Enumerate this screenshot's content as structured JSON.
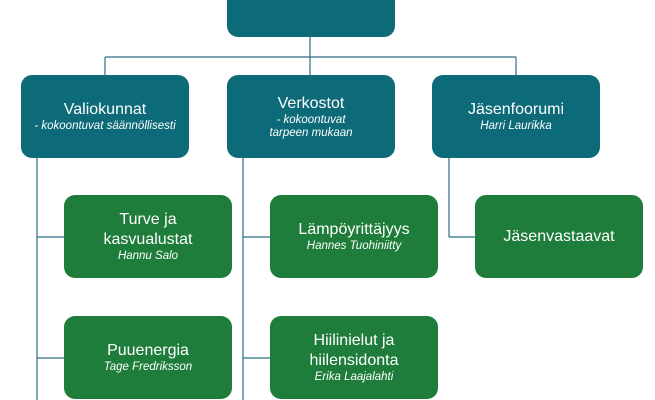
{
  "top_box": {
    "label": ""
  },
  "columns": [
    {
      "header": {
        "title": "Valiokunnat",
        "subtitle": "- kokoontuvat säännöllisesti"
      },
      "children": [
        {
          "title": "Turve ja kasvualustat",
          "person": "Hannu Salo"
        },
        {
          "title": "Puuenergia",
          "person": "Tage Fredriksson"
        }
      ]
    },
    {
      "header": {
        "title": "Verkostot",
        "subtitle": "- kokoontuvat tarpeen mukaan"
      },
      "children": [
        {
          "title": "Lämpöyrittäjyys",
          "person": "Hannes Tuohiniitty"
        },
        {
          "title": "Hiilinielut ja hiilensidonta",
          "person": "Erika Laajalahti"
        }
      ]
    },
    {
      "header": {
        "title": "Jäsenfoorumi",
        "subtitle": "Harri Laurikka"
      },
      "children": [
        {
          "title": "Jäsenvastaavat",
          "person": ""
        }
      ]
    }
  ],
  "colors": {
    "teal": "#0d6a78",
    "green": "#1e7d3a",
    "line": "#2f6f86"
  }
}
